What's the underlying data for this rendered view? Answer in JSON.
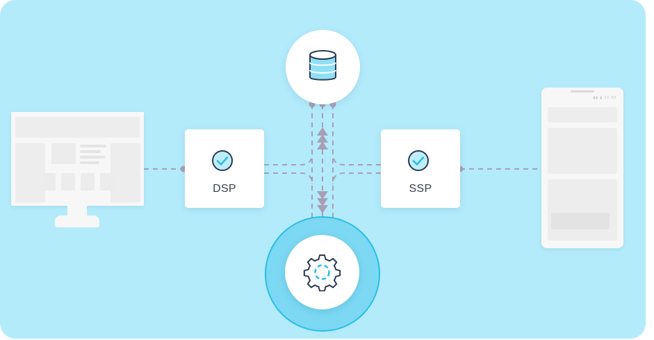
{
  "nodes": {
    "dsp": {
      "label": "DSP"
    },
    "ssp": {
      "label": "SSP"
    }
  },
  "phone": {
    "status_text": "▮▮ ▮ 12:00"
  },
  "icons": [
    "monitor-icon",
    "phone-icon",
    "database-icon",
    "gear-icon",
    "check-icon",
    "arrow-up-icon",
    "arrow-down-icon"
  ],
  "colors": {
    "background": "#b3ebfb",
    "accent": "#29bde9",
    "ring": "#7dd8f3",
    "connector": "#a79fb4",
    "icon_stroke": "#2d3a55",
    "icon_fill": "#8fe0f4"
  }
}
